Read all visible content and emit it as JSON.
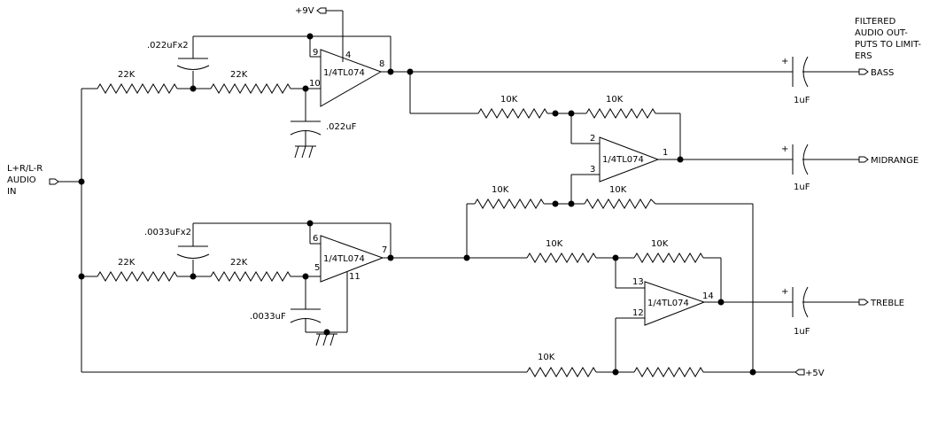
{
  "input": {
    "label_line1": "L+R/L-R",
    "label_line2": "AUDIO",
    "label_line3": "IN"
  },
  "supply": {
    "v_pos": "+9V",
    "v_ref": "+5V"
  },
  "note": {
    "line1": "FILTERED",
    "line2": "AUDIO OUT-",
    "line3": "PUTS TO LIMIT-",
    "line4": "ERS"
  },
  "outputs": {
    "bass": "BASS",
    "midrange": "MIDRANGE",
    "treble": "TREBLE"
  },
  "opamps": {
    "u1": {
      "label": "1/4TL074",
      "pin_inv": "9",
      "pin_noninv": "10",
      "pin_out": "8",
      "pin_pwr": "4"
    },
    "u2": {
      "label": "1/4TL074",
      "pin_inv": "2",
      "pin_noninv": "3",
      "pin_out": "1"
    },
    "u3": {
      "label": "1/4TL074",
      "pin_inv": "6",
      "pin_noninv": "5",
      "pin_out": "7",
      "pin_gnd": "11"
    },
    "u4": {
      "label": "1/4TL074",
      "pin_inv": "13",
      "pin_noninv": "12",
      "pin_out": "14"
    }
  },
  "resistors": {
    "r_bass_in1": "22K",
    "r_bass_in2": "22K",
    "r_treb_in1": "22K",
    "r_treb_in2": "22K",
    "r_mid_in": "10K",
    "r_mid_fb": "10K",
    "r_mid_ref": "10K",
    "r_treb_in": "10K",
    "r_treb_fb": "10K",
    "r_div_low": "10K",
    "r_div_high": "10K"
  },
  "capacitors": {
    "c_bass_fb": ".022uFx2",
    "c_bass_gnd": ".022uF",
    "c_treb_fb": ".0033uFx2",
    "c_treb_gnd": ".0033uF",
    "c_out_bass_val": "1uF",
    "c_out_bass_pol": "+",
    "c_out_mid_val": "1uF",
    "c_out_mid_pol": "+",
    "c_out_treb_val": "1uF",
    "c_out_treb_pol": "+"
  }
}
